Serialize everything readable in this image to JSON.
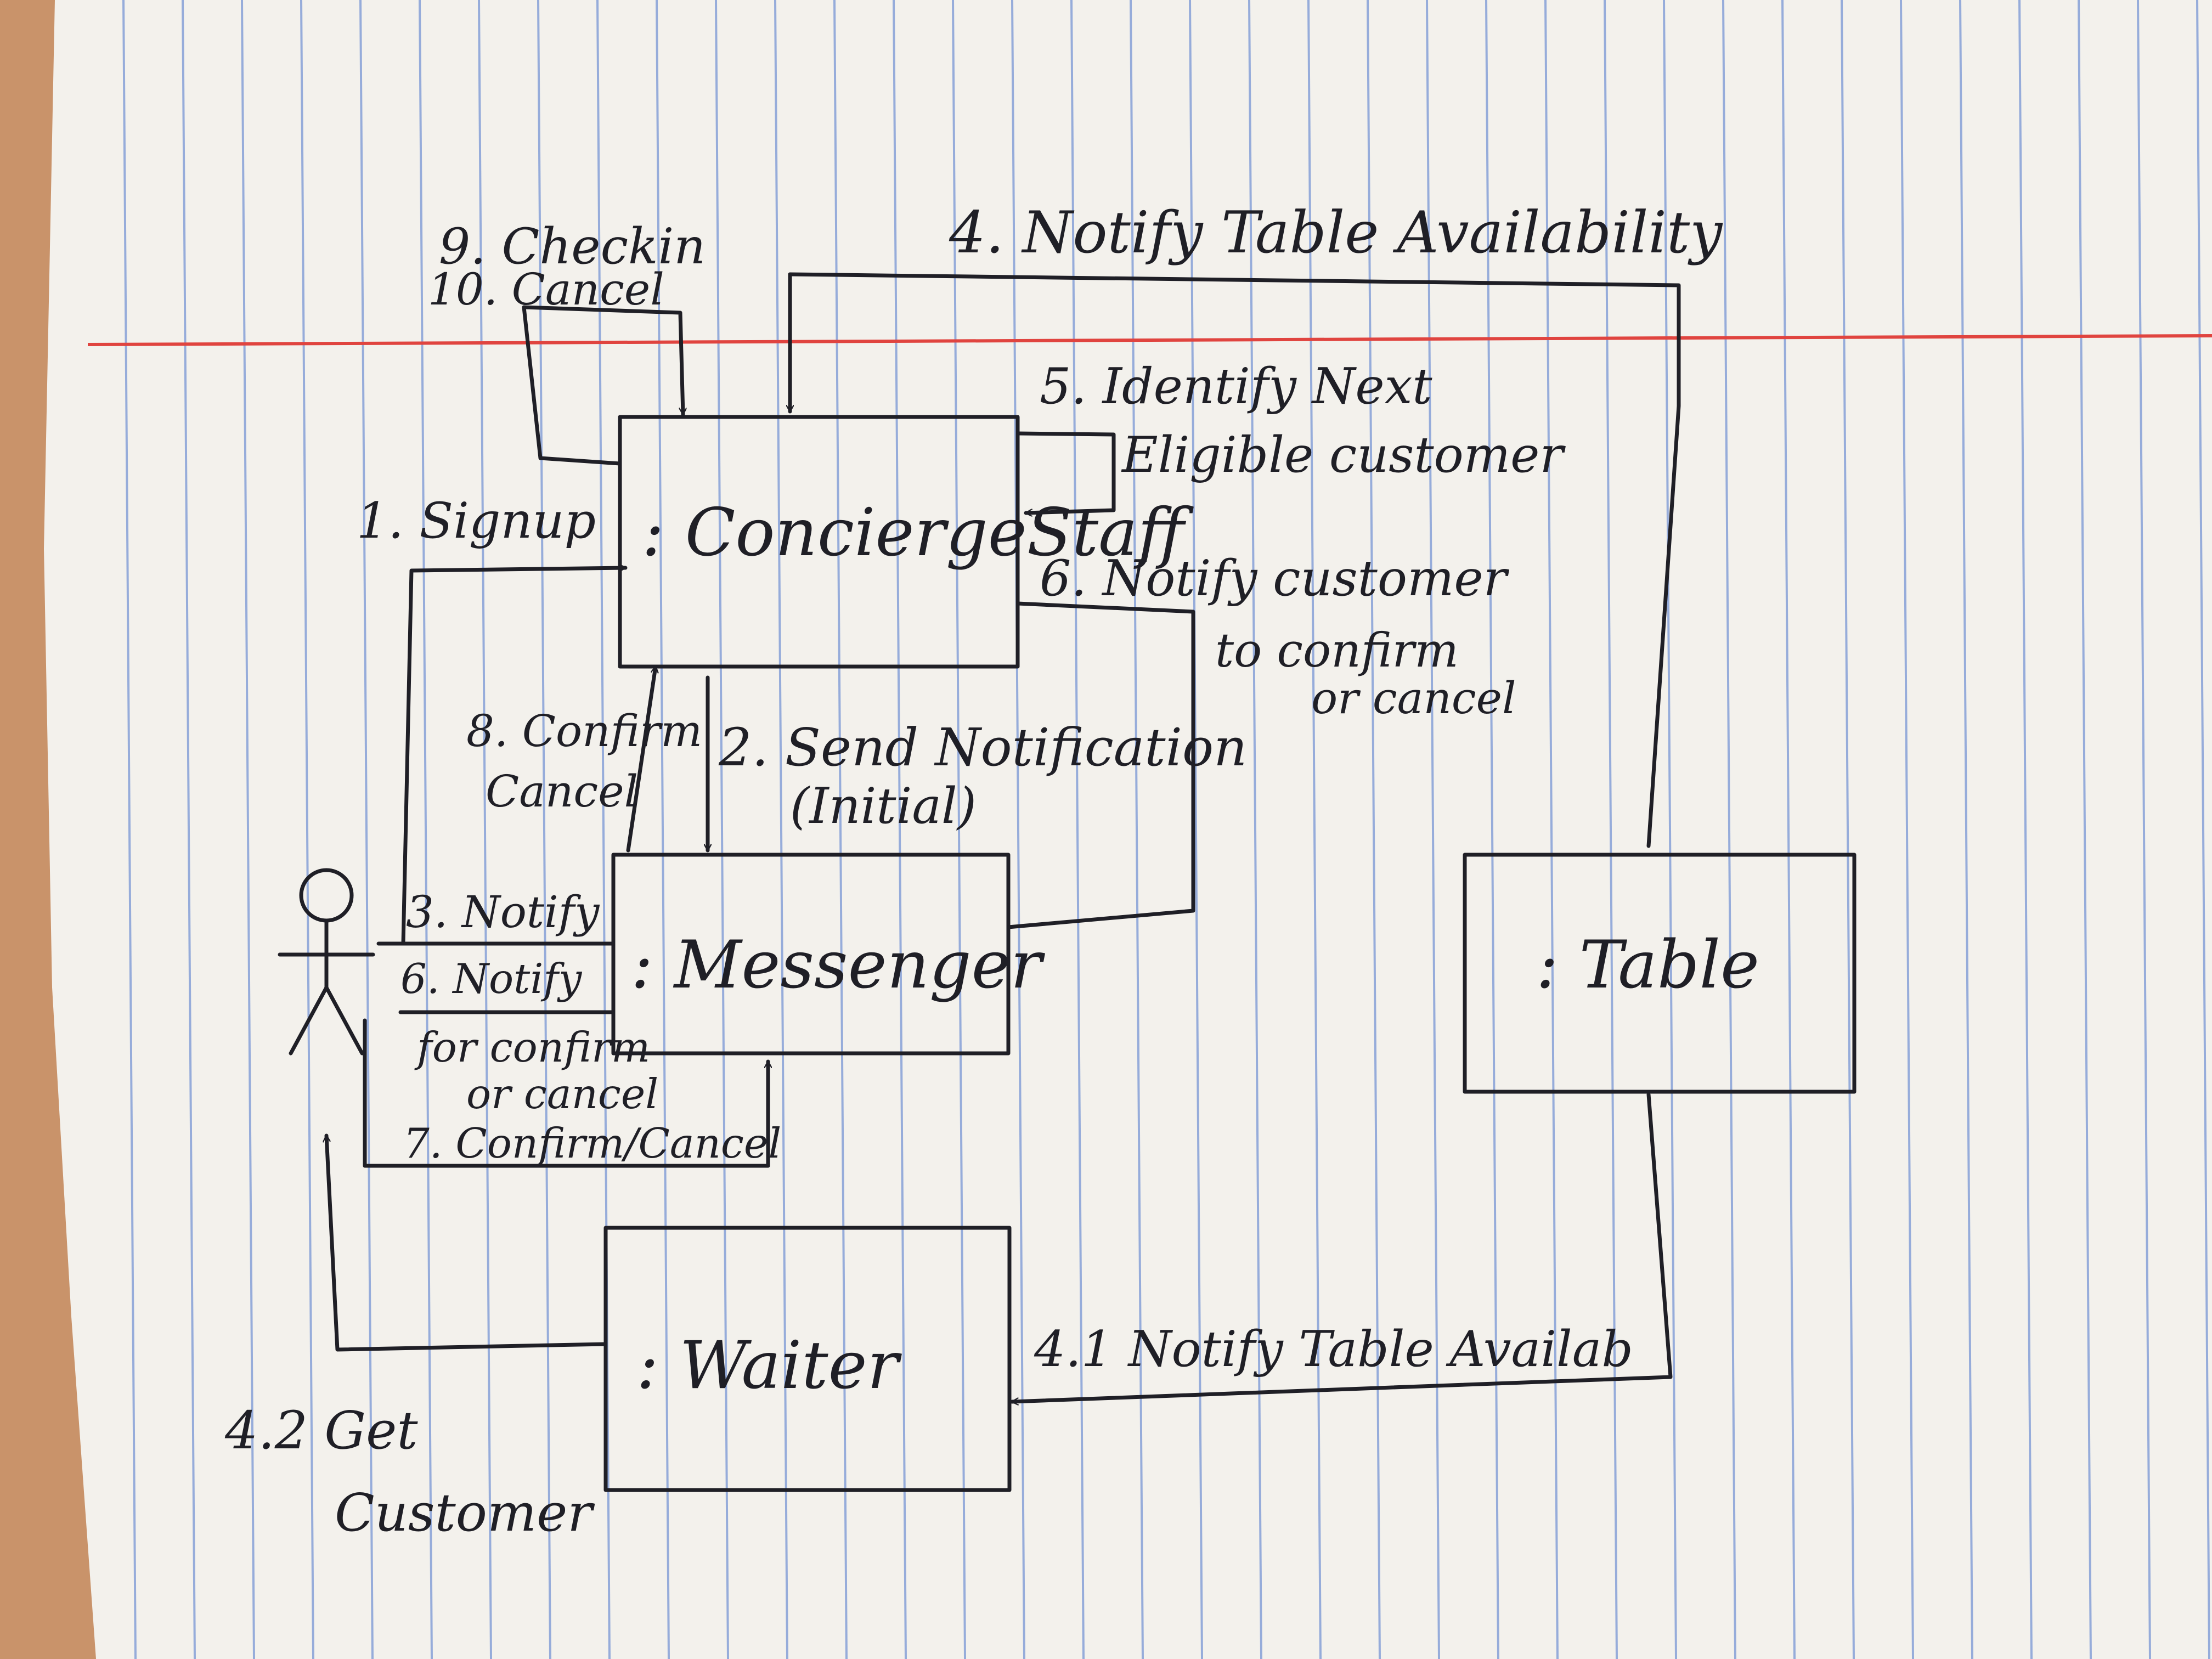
{
  "objects": {
    "concierge": ": ConciergeStaff",
    "messenger": ": Messenger",
    "table": ": Table",
    "waiter": ": Waiter"
  },
  "messages": {
    "m4": "4. Notify Table Availability",
    "m9": "9. Checkin",
    "m10": "10. Cancel",
    "m5a": "5. Identify Next",
    "m5b": "Eligible customer",
    "m1": "1. Signup",
    "m6a": "6. Notify customer",
    "m6b": "to confirm",
    "m6c": "or cancel",
    "m8a": "8. Confirm",
    "m8b": "Cancel",
    "m2a": "2. Send Notification",
    "m2b": "(Initial)",
    "m3": "3. Notify",
    "m6na": "6. Notify",
    "m6nb": "for confirm",
    "m6nc": "or cancel",
    "m7": "7. Confirm/Cancel",
    "m41": "4.1 Notify Table Availab",
    "m42a": "4.2 Get",
    "m42b": "Customer"
  },
  "colors": {
    "paper": "#f3f1ec",
    "ruled_line": "#7e9bd6",
    "margin_line": "#e0443f",
    "ink": "#1f1f26",
    "desk": "#c9936a"
  },
  "icons": {
    "actor": "stick-figure-icon"
  }
}
